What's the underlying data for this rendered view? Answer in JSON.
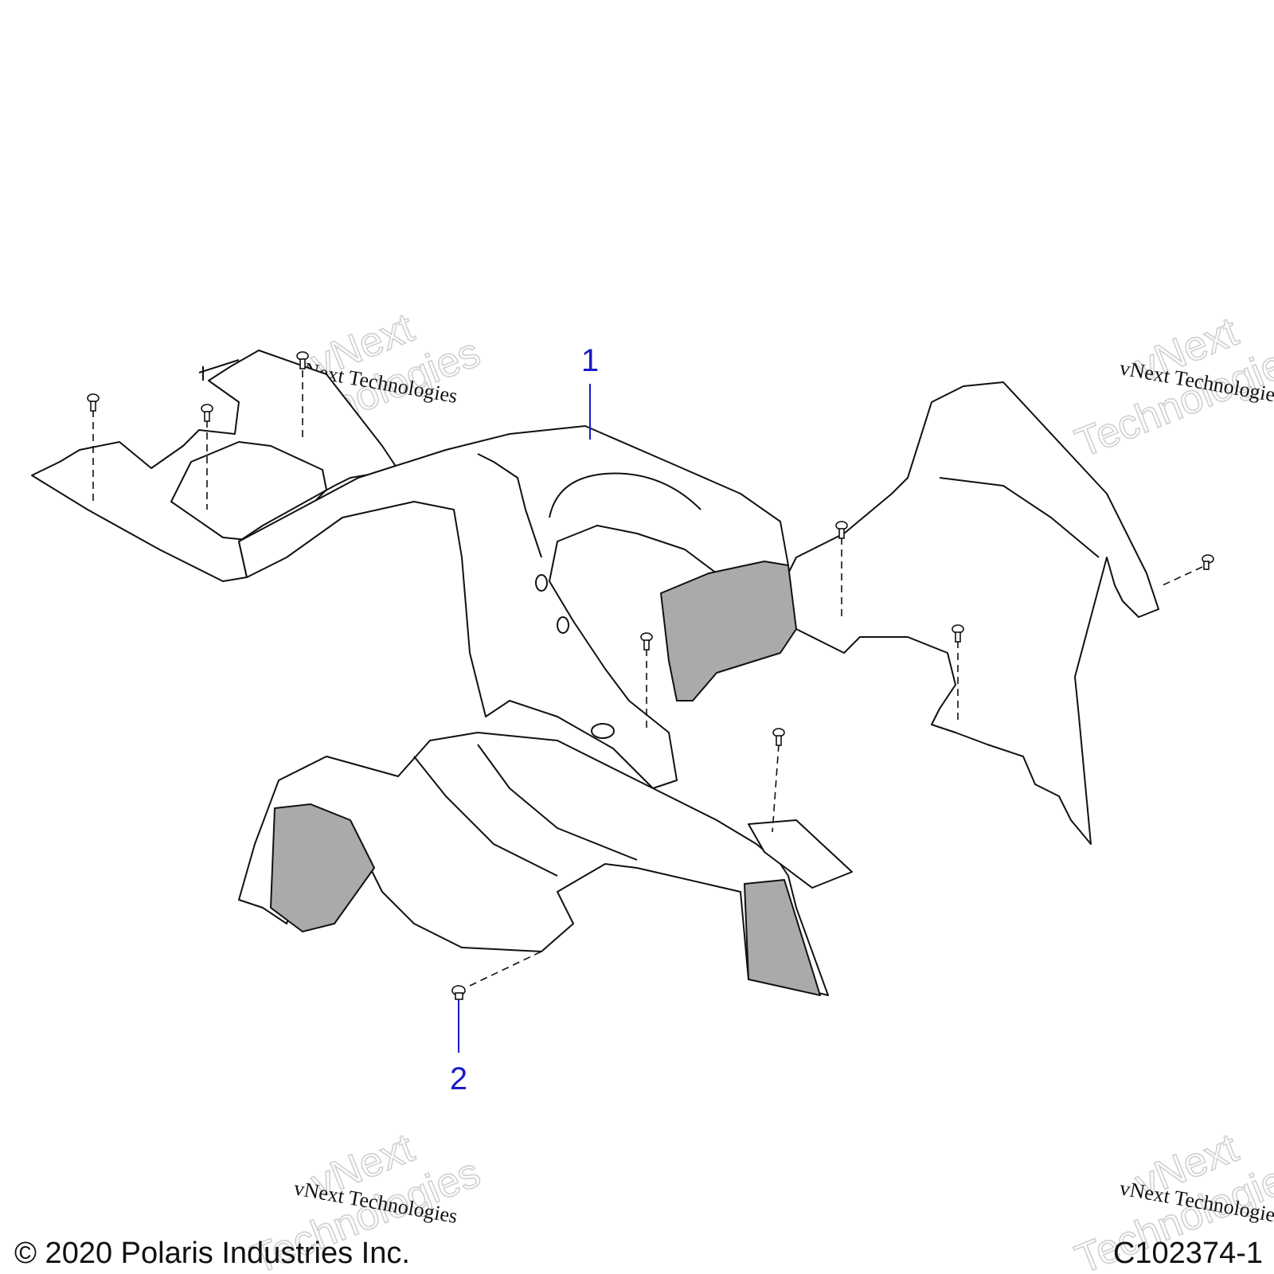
{
  "callouts": [
    {
      "number": "1"
    },
    {
      "number": "2"
    }
  ],
  "watermark": {
    "brand": "vNext",
    "caption": "vNext Technologies",
    "word": "Technologies"
  },
  "footer": {
    "copyright": "© 2020 Polaris Industries Inc.",
    "figure_id": "C102374-1"
  },
  "colors": {
    "line": "#111111",
    "callout": "#1a1ac8",
    "shade": "#aaaaaa",
    "highlight": "#dcdcdc"
  }
}
